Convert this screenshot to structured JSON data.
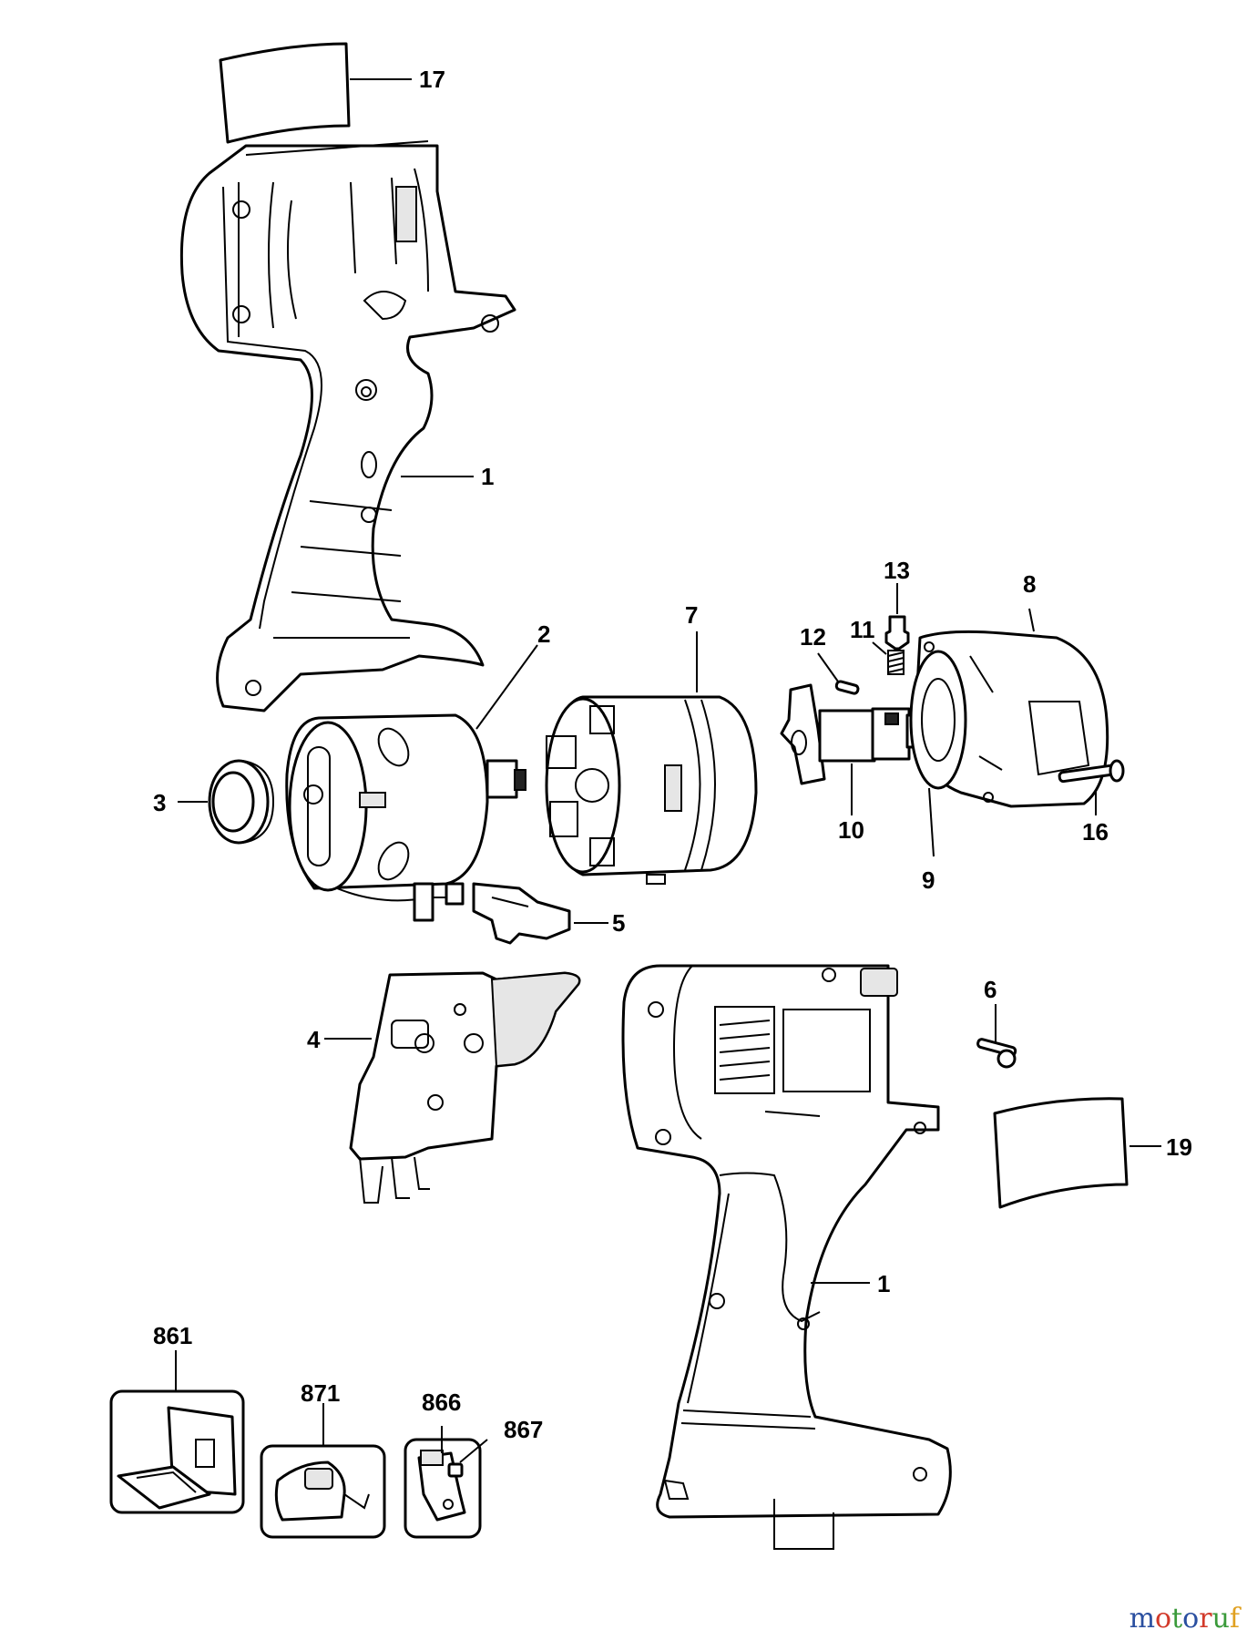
{
  "callouts": {
    "c17": "17",
    "c1a": "1",
    "c2": "2",
    "c3": "3",
    "c7": "7",
    "c13": "13",
    "c8": "8",
    "c12": "12",
    "c11": "11",
    "c10": "10",
    "c16": "16",
    "c9": "9",
    "c5": "5",
    "c4": "4",
    "c6": "6",
    "c19": "19",
    "c1b": "1",
    "c861": "861",
    "c871": "871",
    "c866": "866",
    "c867": "867"
  },
  "watermark": {
    "text": "motoruf",
    "colors": [
      "#2a4fa0",
      "#d23a2a",
      "#3a9a3a",
      "#2a4fa0",
      "#d23a2a",
      "#3a9a3a",
      "#e0a020"
    ]
  }
}
